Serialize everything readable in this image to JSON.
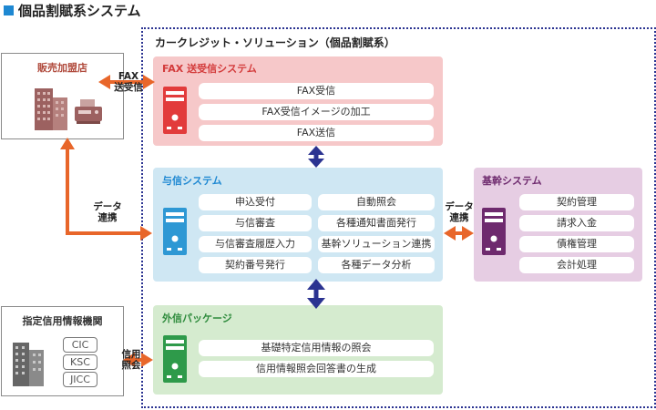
{
  "page_title": "個品割賦系システム",
  "dealer": {
    "title": "販売加盟店"
  },
  "credit_bureau": {
    "title": "指定信用情報機関",
    "agencies": [
      "CIC",
      "KSC",
      "JICC"
    ]
  },
  "container": {
    "title": "カークレジット・ソリューション（個品割賦系）"
  },
  "fax_system": {
    "title": "FAX 送受信システム",
    "functions": [
      "FAX受信",
      "FAX受信イメージの加工",
      "FAX送信"
    ]
  },
  "credit_system": {
    "title": "与信システム",
    "functions": [
      "申込受付",
      "自動照会",
      "与信審査",
      "各種通知書面発行",
      "与信審査履歴入力",
      "基幹ソリューション連携",
      "契約番号発行",
      "各種データ分析"
    ]
  },
  "core_system": {
    "title": "基幹システム",
    "functions": [
      "契約管理",
      "請求入金",
      "債権管理",
      "会計処理"
    ]
  },
  "external_package": {
    "title": "外信パッケージ",
    "functions": [
      "基礎特定信用情報の照会",
      "信用情報照会回答書の生成"
    ]
  },
  "arrow_labels": {
    "fax_line1": "FAX",
    "fax_line2": "送受信",
    "data_line1": "データ",
    "data_line2": "連携",
    "data2_line1": "データ",
    "data2_line2": "連携",
    "credit_line1": "信用",
    "credit_line2": "照会"
  },
  "colors": {
    "accent_blue": "#1e88d2",
    "dotted_border": "#2b3391",
    "arrow_orange": "#e8662a",
    "arrow_navy": "#2b3391",
    "fax_panel": "#f6c8c9",
    "credit_panel": "#cfe7f3",
    "core_panel": "#e6cde3",
    "ext_panel": "#d5ebcf"
  }
}
